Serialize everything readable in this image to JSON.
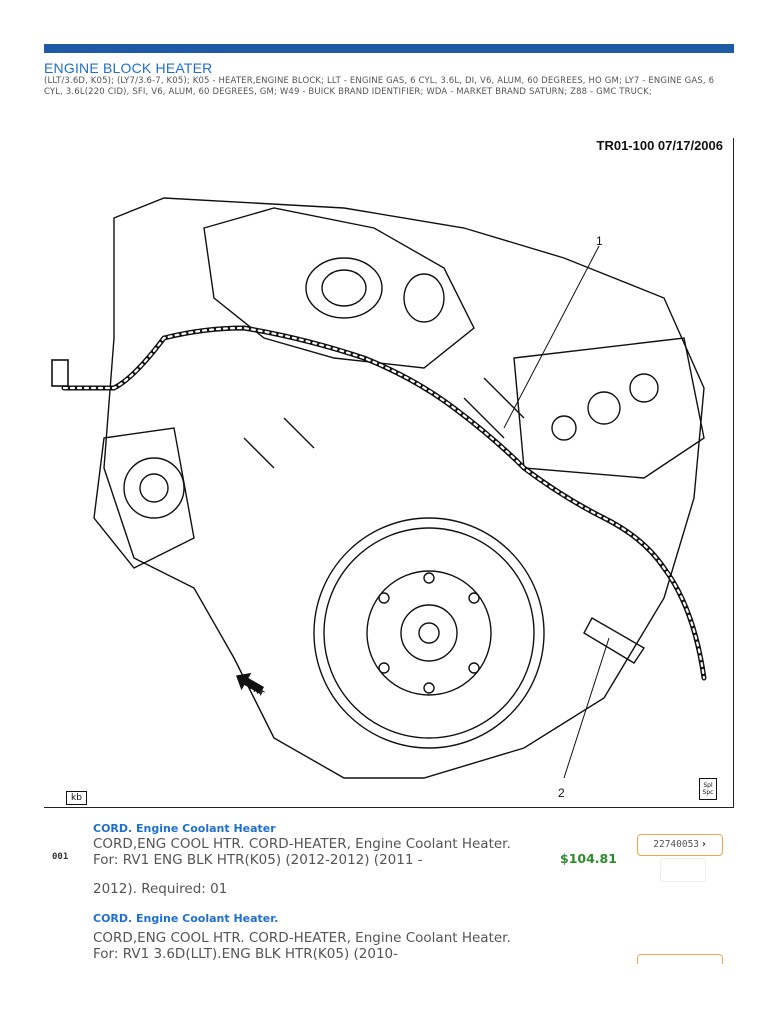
{
  "header": {
    "title": "ENGINE BLOCK HEATER",
    "subtitle": "(LLT/3.6D, K05); (LY7/3.6-7, K05); K05 - HEATER,ENGINE BLOCK; LLT - ENGINE GAS, 6 CYL, 3.6L, DI, V6, ALUM, 60 DEGREES, HO GM; LY7 - ENGINE GAS, 6 CYL, 3.6L(220 CID), SFI, V6, ALUM, 60 DEGREES, GM; W49 - BUICK BRAND IDENTIFIER; WDA - MARKET BRAND SATURN; Z88 - GMC TRUCK;"
  },
  "diagram": {
    "ref": "TR01-100 07/17/2006",
    "callout_1": "1",
    "callout_2": "2",
    "kb_label": "kb",
    "front_label": "FRT",
    "cam_label": "Spl Spc"
  },
  "parts": [
    {
      "num": "001",
      "title": "CORD. Engine Coolant Heater",
      "desc": "CORD,ENG COOL HTR. CORD-HEATER, Engine Coolant Heater. For: RV1 ENG BLK HTR(K05) (2012-2012) (2011 -",
      "desc_cont": "2012). Required: 01",
      "price": "$104.81",
      "part_number": "22740053"
    },
    {
      "num": "",
      "title": "CORD. Engine Coolant Heater.",
      "desc": "CORD,ENG COOL HTR. CORD-HEATER, Engine Coolant Heater. For: RV1 3.6D(LLT).ENG BLK HTR(K05) (2010-",
      "price": "",
      "part_number": ""
    }
  ],
  "colors": {
    "accent_bar": "#1f5aa6",
    "link": "#1f6fd1",
    "price": "#2f8a2f",
    "button_border": "#f3a54a"
  }
}
